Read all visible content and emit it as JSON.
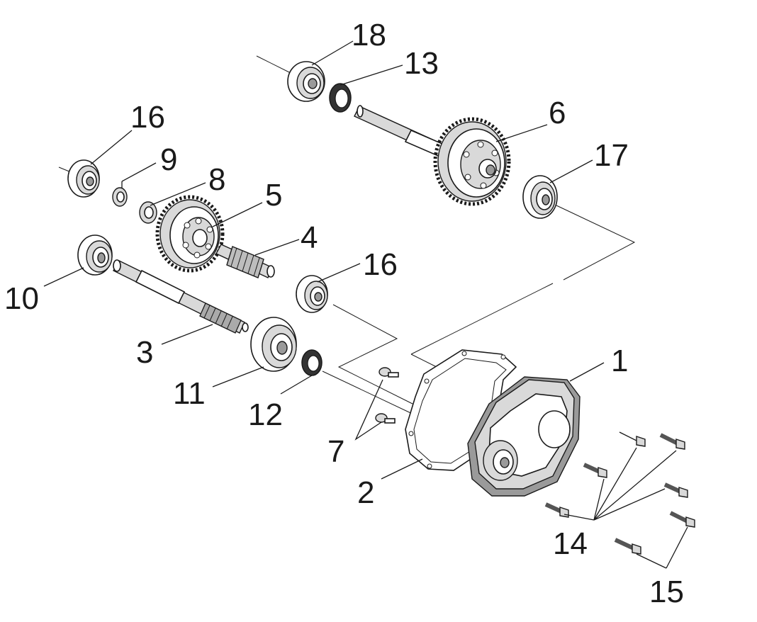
{
  "labels": {
    "p1": "1",
    "p2": "2",
    "p3": "3",
    "p4": "4",
    "p5": "5",
    "p6": "6",
    "p7": "7",
    "p8": "8",
    "p9": "9",
    "p10": "10",
    "p11": "11",
    "p12": "12",
    "p13": "13",
    "p14": "14",
    "p15": "15",
    "p16a": "16",
    "p16b": "16",
    "p17": "17",
    "p18": "18"
  }
}
